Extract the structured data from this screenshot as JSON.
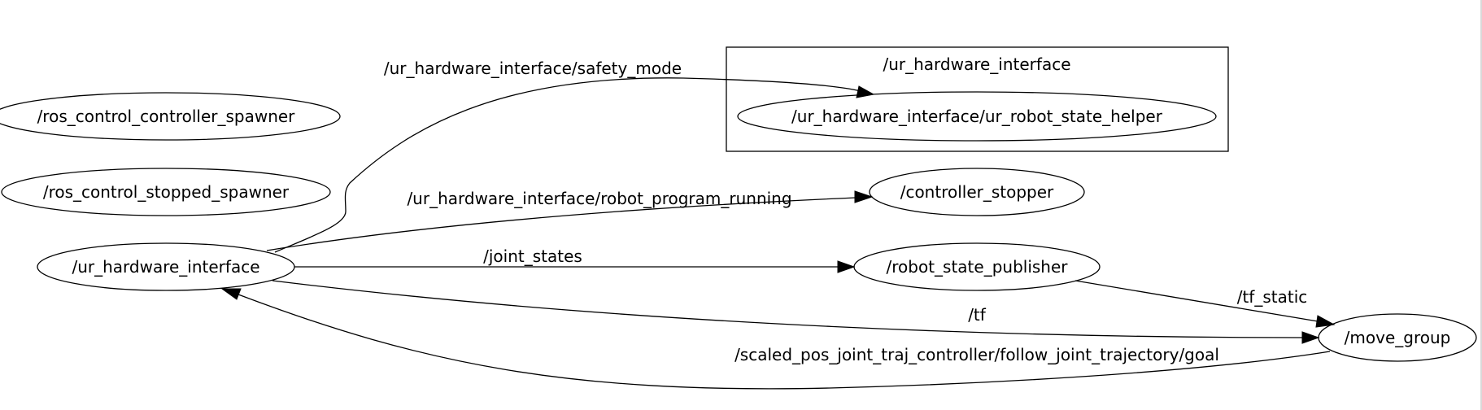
{
  "cluster": {
    "label": "/ur_hardware_interface"
  },
  "nodes": {
    "ros_control_controller_spawner": "/ros_control_controller_spawner",
    "ros_control_stopped_spawner": "/ros_control_stopped_spawner",
    "ur_hardware_interface": "/ur_hardware_interface",
    "ur_robot_state_helper": "/ur_hardware_interface/ur_robot_state_helper",
    "controller_stopper": "/controller_stopper",
    "robot_state_publisher": "/robot_state_publisher",
    "move_group": "/move_group"
  },
  "edges": {
    "safety_mode": "/ur_hardware_interface/safety_mode",
    "robot_program_running": "/ur_hardware_interface/robot_program_running",
    "joint_states": "/joint_states",
    "tf_static": "/tf_static",
    "tf": "/tf",
    "follow_joint_trajectory_goal": "/scaled_pos_joint_traj_controller/follow_joint_trajectory/goal"
  }
}
